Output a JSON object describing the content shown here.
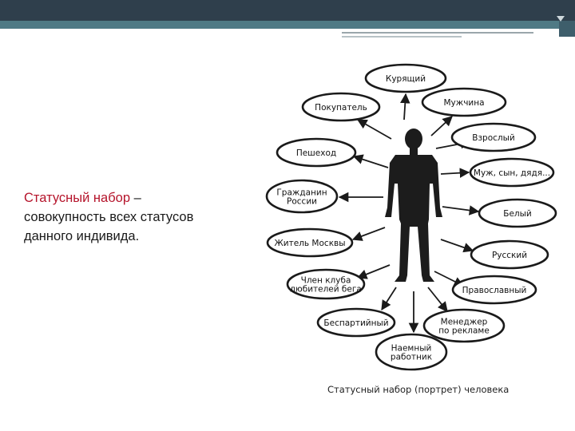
{
  "slide": {
    "definition_term": "Статусный набор",
    "definition_dash": " –",
    "definition_line2": "совокупность всех статусов",
    "definition_line3": "данного индивида."
  },
  "diagram": {
    "nodes": [
      {
        "id": "kuryashchiy",
        "lines": [
          "Курящий"
        ]
      },
      {
        "id": "pokupatel",
        "lines": [
          "Покупатель"
        ]
      },
      {
        "id": "muzhchina",
        "lines": [
          "Мужчина"
        ]
      },
      {
        "id": "vzrosly",
        "lines": [
          "Взрослый"
        ]
      },
      {
        "id": "peshekhod",
        "lines": [
          "Пешеход"
        ]
      },
      {
        "id": "muzh",
        "lines": [
          "Муж, сын, дядя..."
        ]
      },
      {
        "id": "grazhdanin",
        "lines": [
          "Гражданин",
          "России"
        ]
      },
      {
        "id": "bely",
        "lines": [
          "Белый"
        ]
      },
      {
        "id": "zhitel",
        "lines": [
          "Житель Москвы"
        ]
      },
      {
        "id": "russkiy",
        "lines": [
          "Русский"
        ]
      },
      {
        "id": "chlen",
        "lines": [
          "Член клуба",
          "любителей бега"
        ]
      },
      {
        "id": "pravoslavny",
        "lines": [
          "Православный"
        ]
      },
      {
        "id": "bespartiyny",
        "lines": [
          "Беспартийный"
        ]
      },
      {
        "id": "menedzher",
        "lines": [
          "Менеджер",
          "по рекламе"
        ]
      },
      {
        "id": "naemny",
        "lines": [
          "Наемный",
          "работник"
        ]
      }
    ],
    "caption": "Статусный набор (портрет) человека"
  }
}
